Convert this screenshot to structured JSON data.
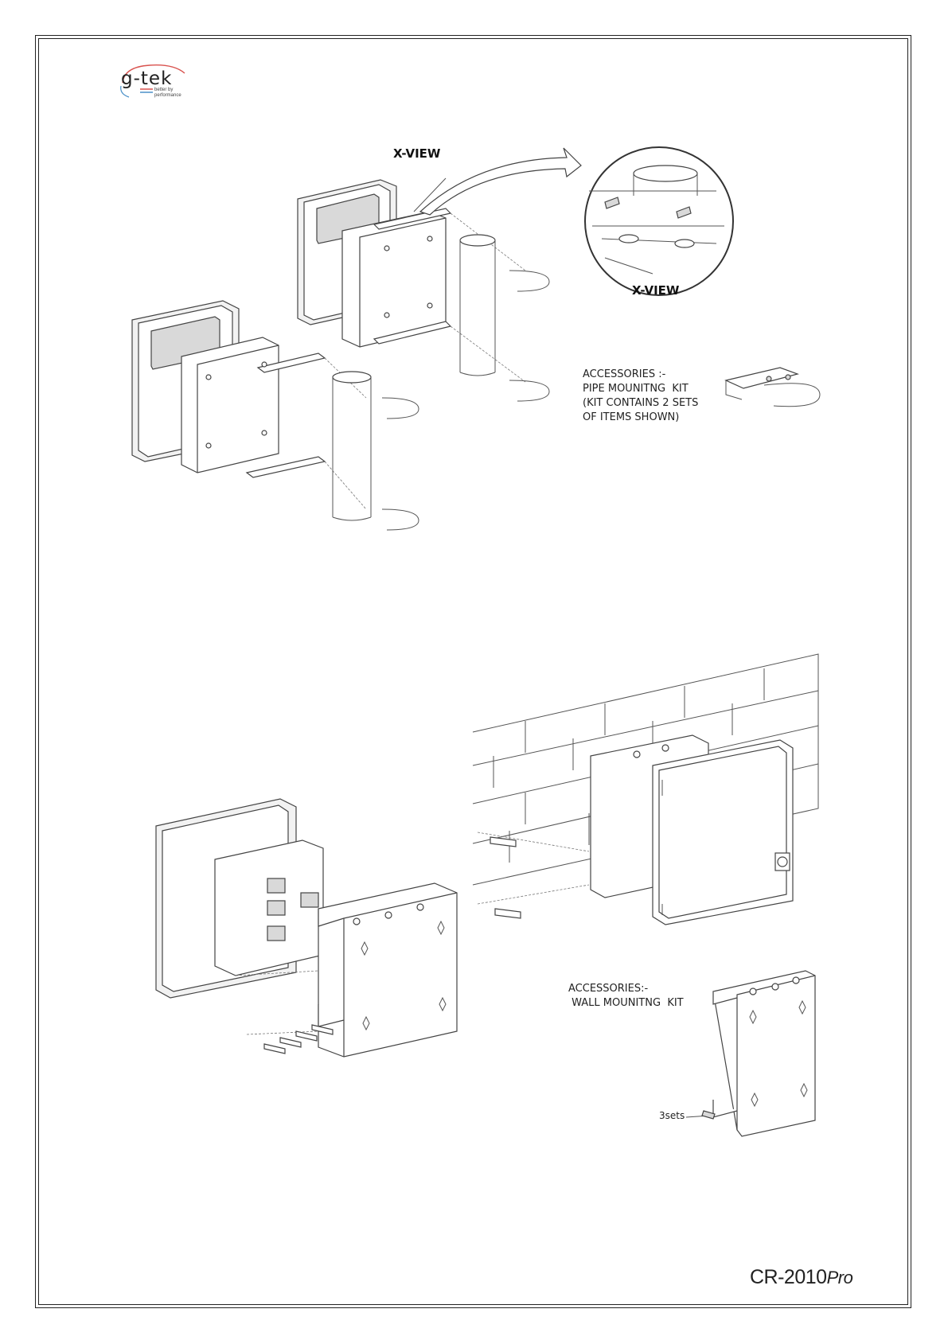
{
  "logo": {
    "brand": "g-tek",
    "tagline_1": "better by",
    "tagline_2": "performance"
  },
  "pipe_section": {
    "callout_label": "X-VIEW",
    "detail_label": "X-VIEW",
    "accessories": "ACCESSORIES :-\nPIPE MOUNITNG  KIT\n(KIT CONTAINS 2 SETS\nOF ITEMS SHOWN)"
  },
  "wall_section": {
    "accessories": "ACCESSORIES:-\n WALL MOUNITNG  KIT",
    "sets_label": "3sets"
  },
  "footer": {
    "model": "CR-2010",
    "model_suffix": "Pro"
  },
  "colors": {
    "line": "#444444",
    "border": "#222222",
    "logo_red": "#d9534f",
    "logo_blue": "#4a90c8"
  }
}
